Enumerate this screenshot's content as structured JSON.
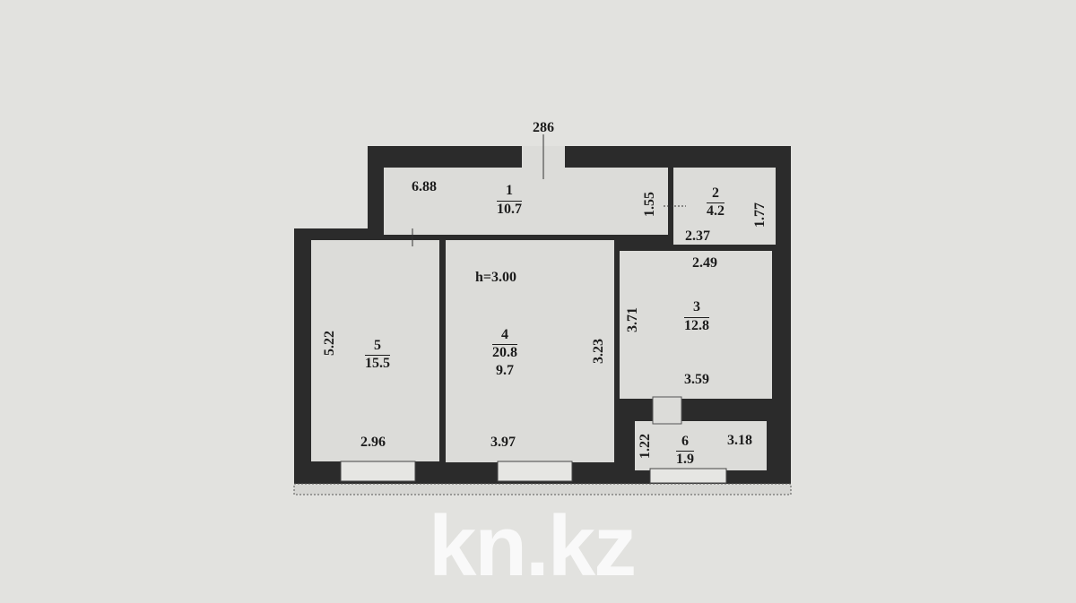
{
  "plan": {
    "top_dimension": "286",
    "ceiling_height": "h=3.00",
    "rooms": [
      {
        "number": "1",
        "area": "10.7",
        "dims": [
          "6.88",
          "1.55"
        ]
      },
      {
        "number": "2",
        "area": "4.2",
        "dims": [
          "2.37",
          "1.77"
        ]
      },
      {
        "number": "3",
        "area": "12.8",
        "dims": [
          "2.49",
          "3.71",
          "3.59"
        ]
      },
      {
        "number": "4",
        "area": "20.8",
        "sub": "9.7",
        "dims": [
          "3.97",
          "3.23"
        ]
      },
      {
        "number": "5",
        "area": "15.5",
        "dims": [
          "2.96",
          "5.22"
        ]
      },
      {
        "number": "6",
        "area": "1.9",
        "dims": [
          "3.18",
          "1.22"
        ]
      }
    ],
    "colors": {
      "wall": "#2b2b2b",
      "floor": "#dcdcd9",
      "background": "#e2e2df"
    }
  },
  "watermark": "kn.kz"
}
